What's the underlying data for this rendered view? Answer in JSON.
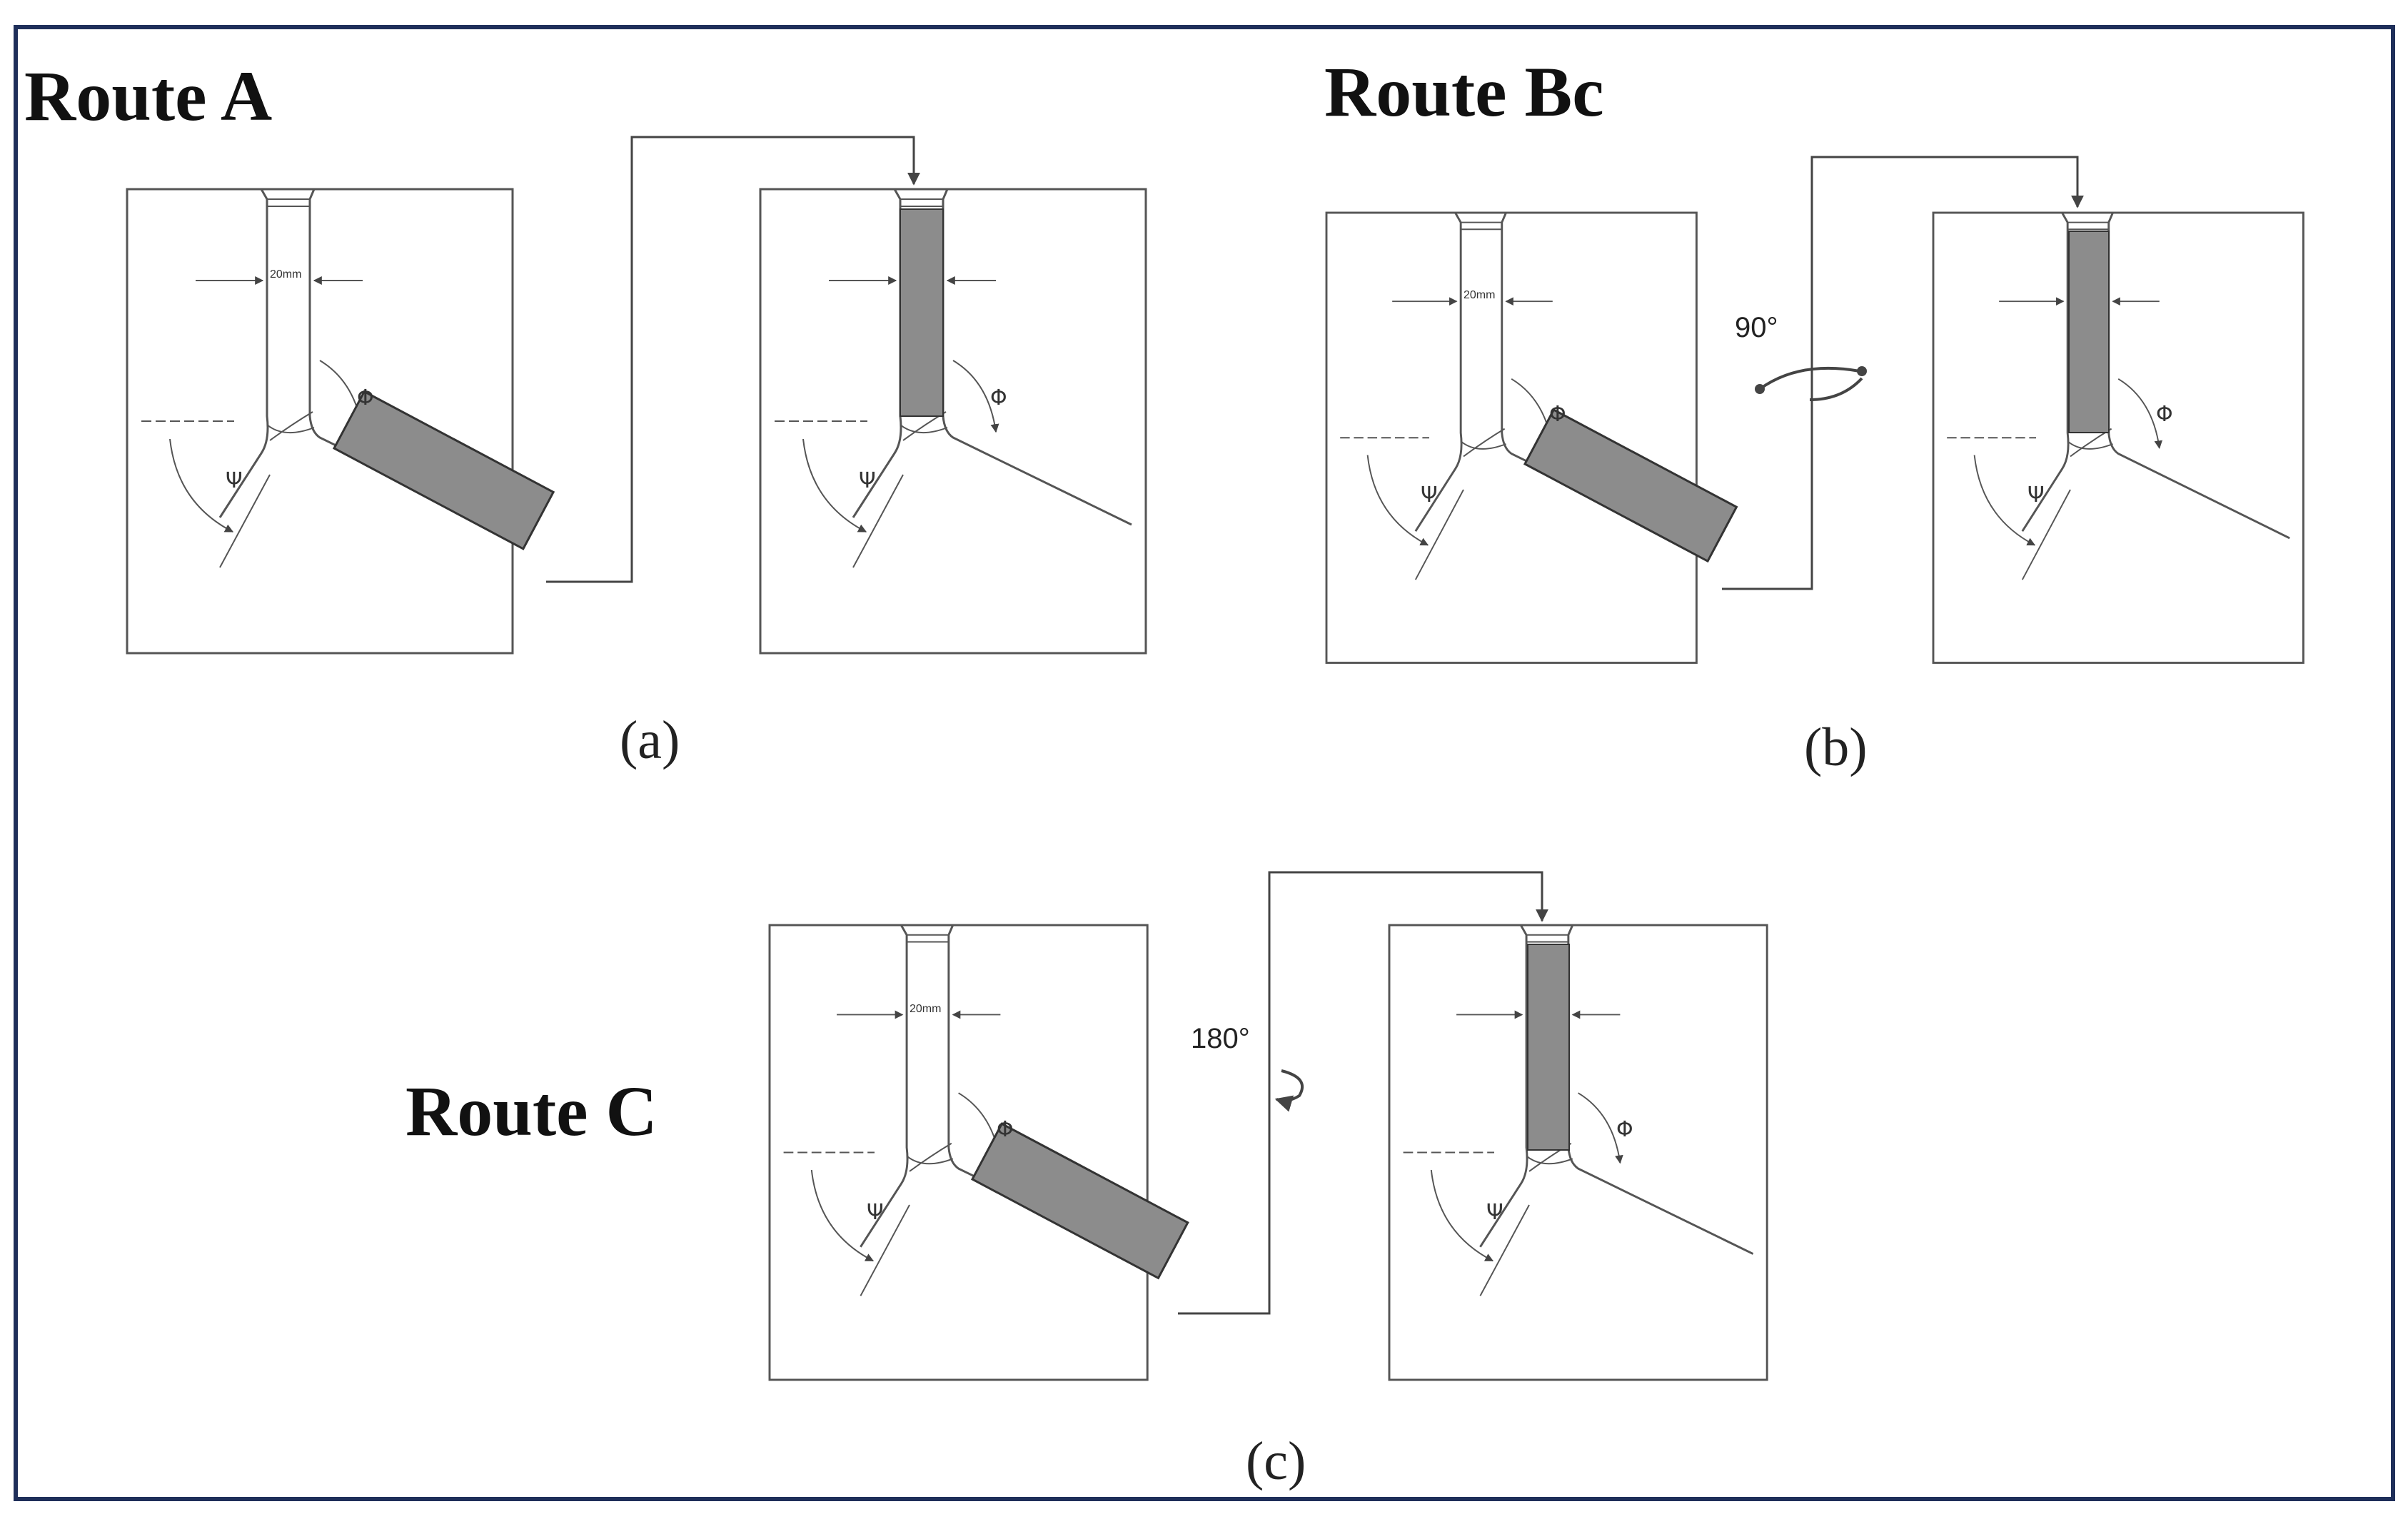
{
  "routes": {
    "a": {
      "title": "Route A",
      "caption": "(a)"
    },
    "b": {
      "title": "Route Bc",
      "caption": "(b)",
      "rotation": "90°"
    },
    "c": {
      "title": "Route C",
      "caption": "(c)",
      "rotation": "180°"
    }
  },
  "die_labels": {
    "width": "20mm",
    "phi": "Φ",
    "psi": "Ψ"
  },
  "colors": {
    "billet": "#8c8c8c",
    "line": "#444444",
    "frame": "#1f2f5a"
  }
}
